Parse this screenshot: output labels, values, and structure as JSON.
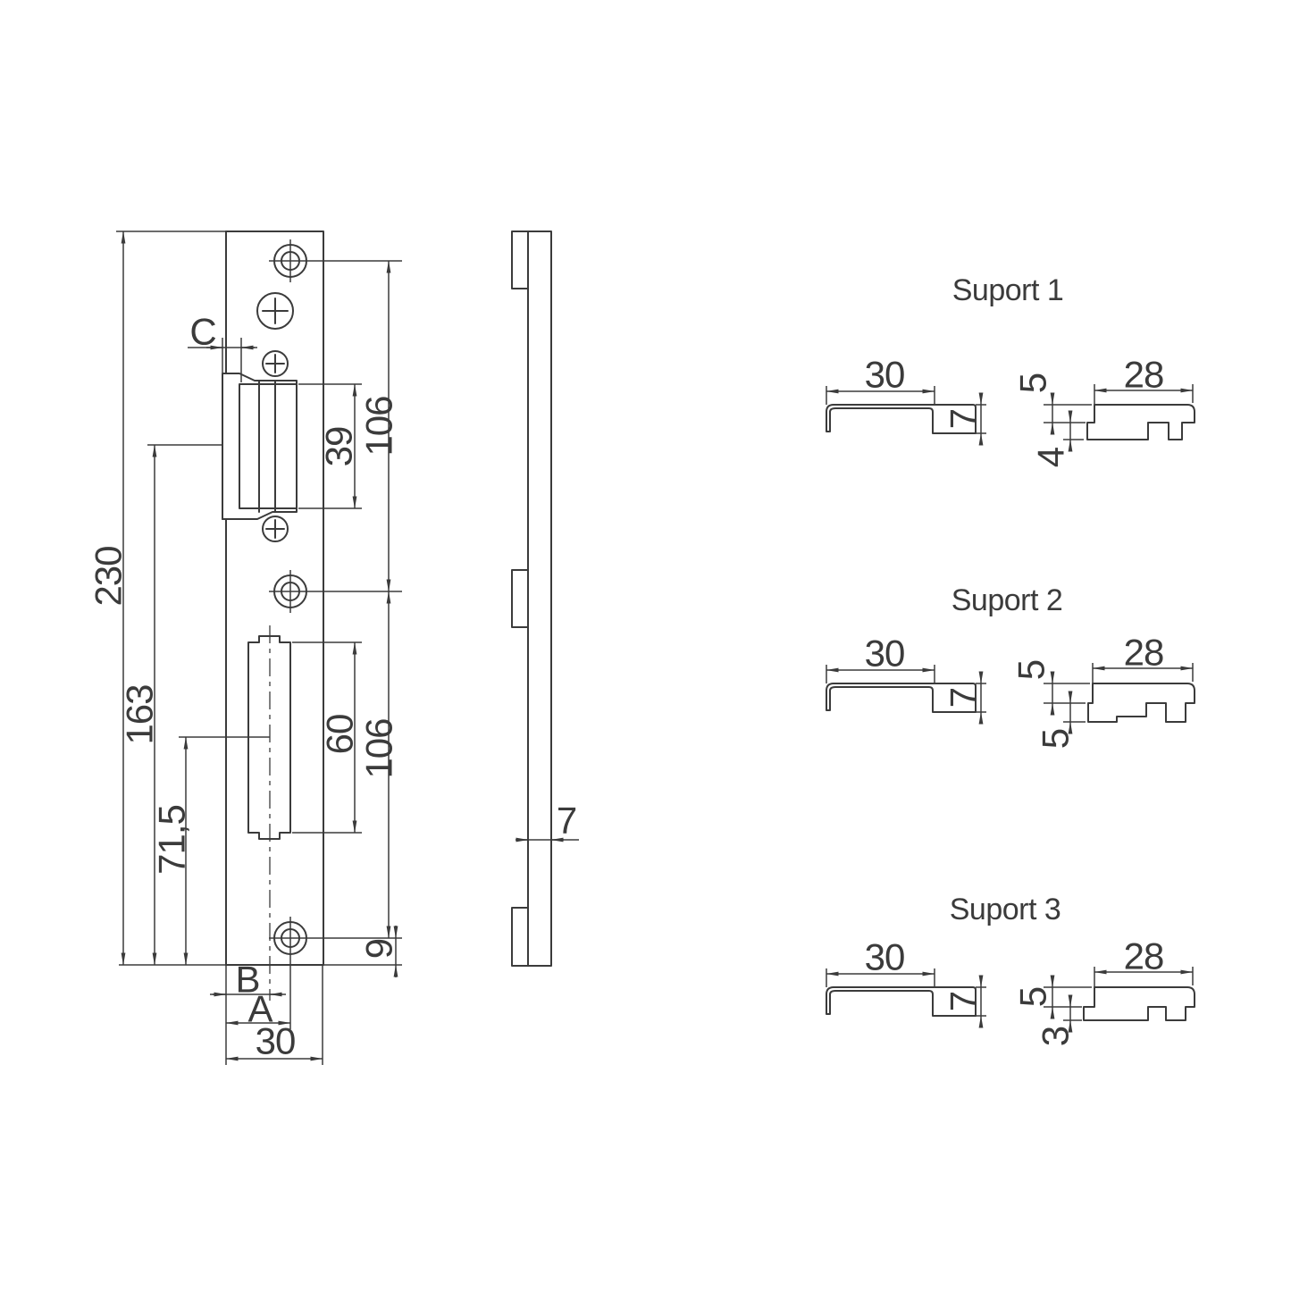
{
  "front_view": {
    "dim_total_height": "230",
    "dim_163": "163",
    "dim_71_5": "71,5",
    "dim_c": "C",
    "dim_39": "39",
    "dim_106_upper": "106",
    "dim_60": "60",
    "dim_106_lower": "106",
    "dim_b": "B",
    "dim_a": "A",
    "dim_30": "30",
    "dim_9": "9"
  },
  "side_view": {
    "dim_thickness": "7"
  },
  "suports": [
    {
      "title": "Suport 1",
      "dim_width": "30",
      "dim_height": "7",
      "dim_length": "28",
      "dim_top": "5",
      "dim_bottom": "4"
    },
    {
      "title": "Suport 2",
      "dim_width": "30",
      "dim_height": "7",
      "dim_length": "28",
      "dim_top": "5",
      "dim_bottom": "5"
    },
    {
      "title": "Suport 3",
      "dim_width": "30",
      "dim_height": "7",
      "dim_length": "28",
      "dim_top": "5",
      "dim_bottom": "3"
    }
  ],
  "colors": {
    "line": "#3b3b3b",
    "background": "#ffffff"
  }
}
